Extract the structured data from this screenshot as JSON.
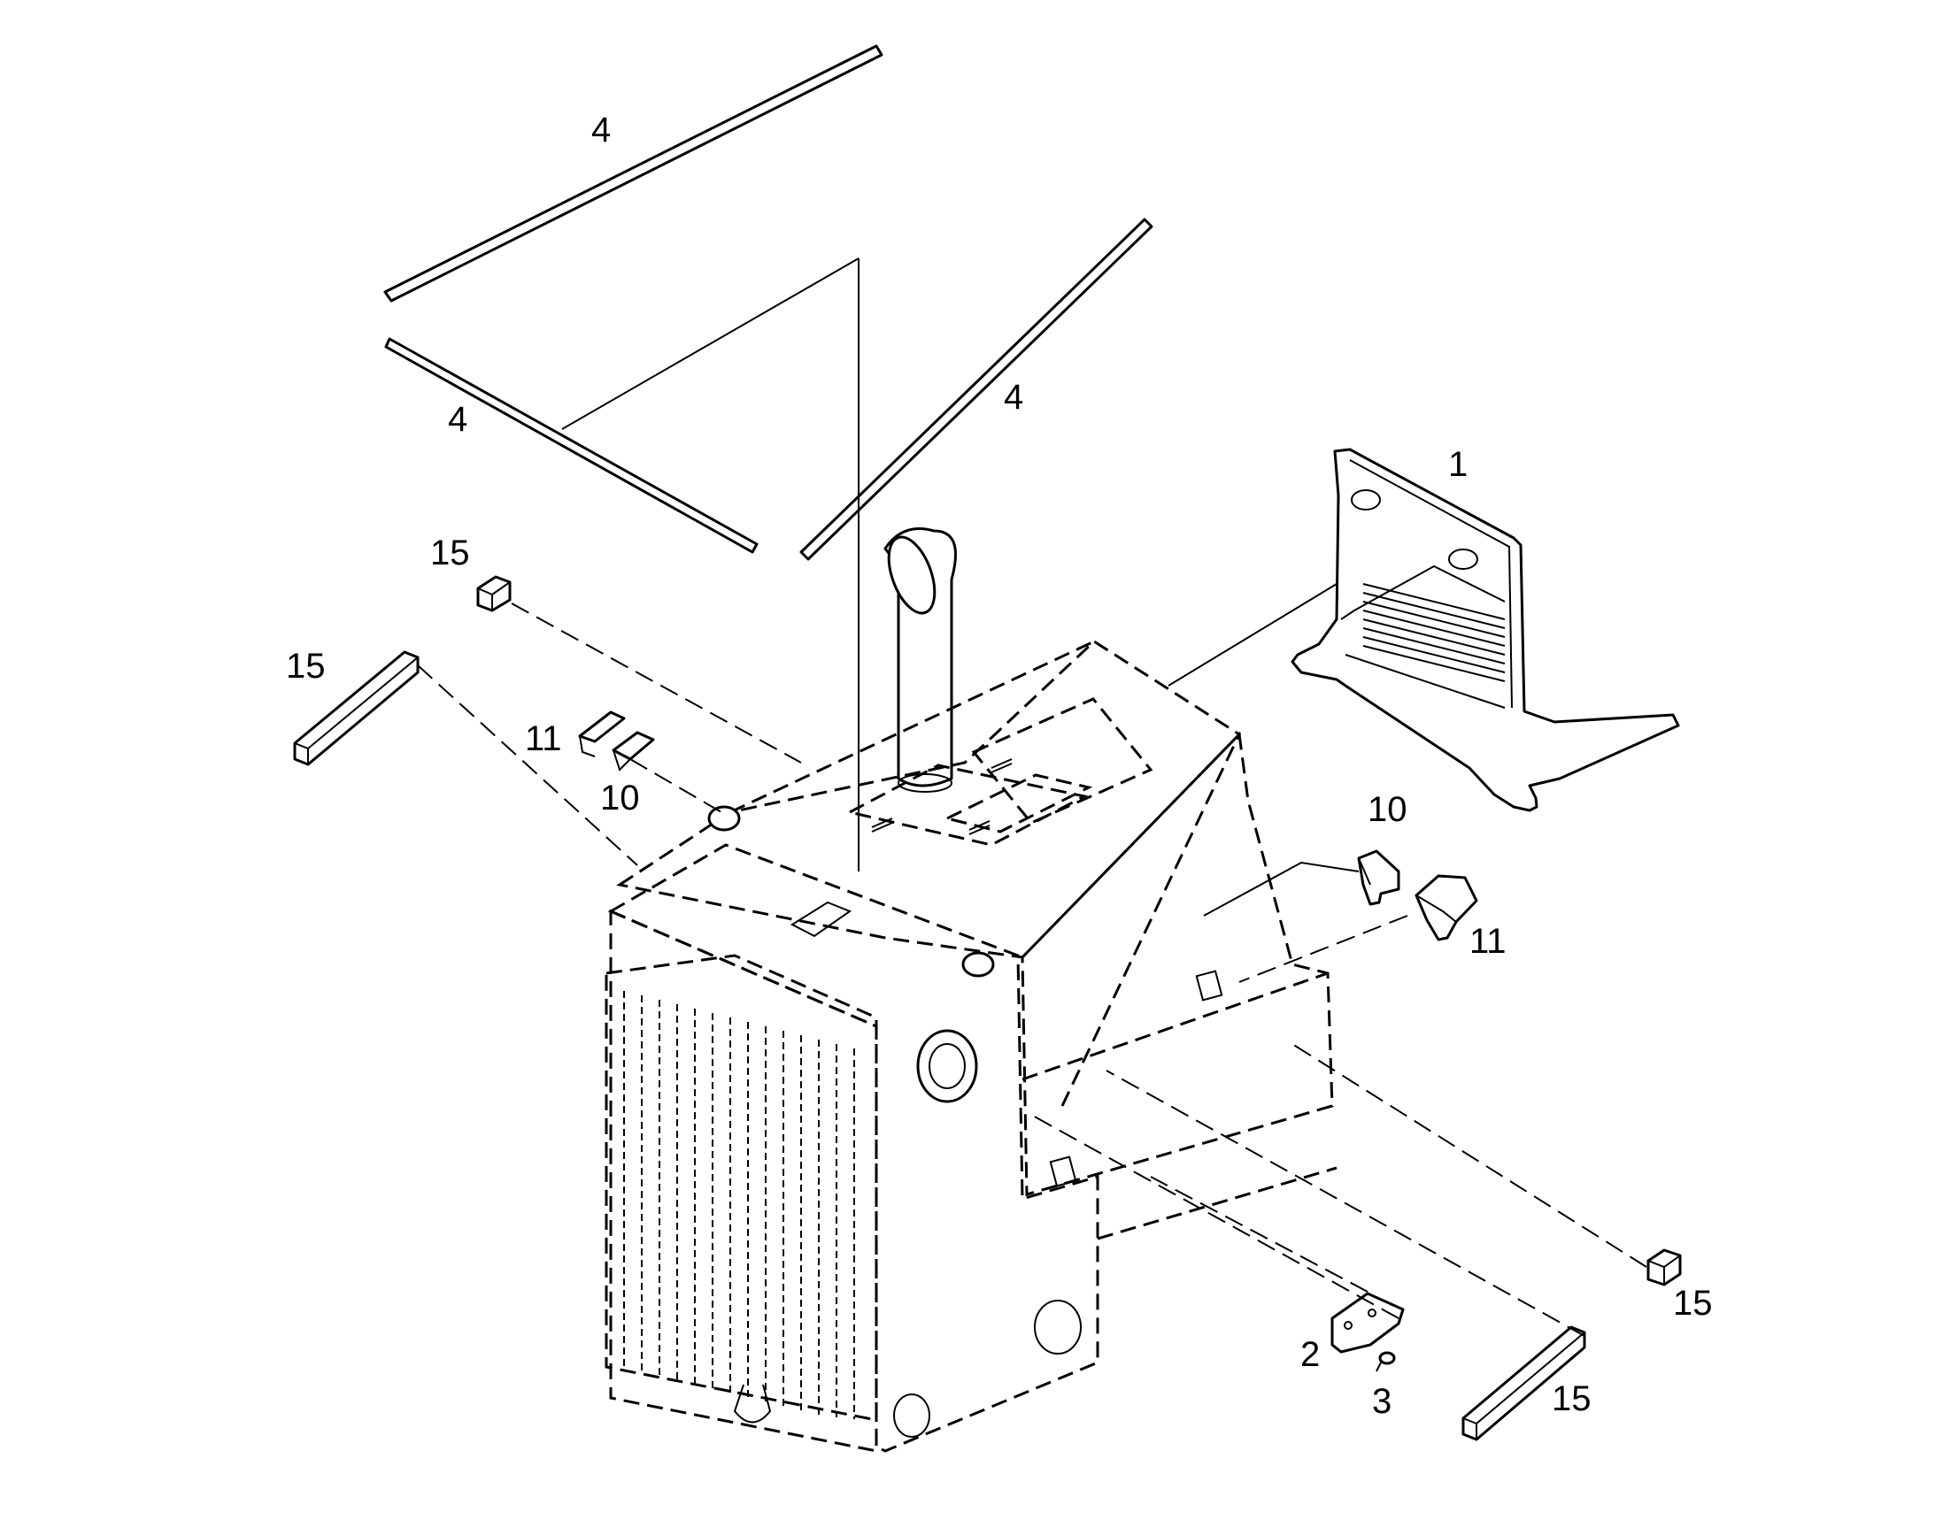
{
  "diagram": {
    "callouts": {
      "strip_top": "4",
      "strip_left": "4",
      "strip_right": "4",
      "bracket_frame": "1",
      "pad_top_small": "15",
      "pad_left_long": "15",
      "clip_left_11": "11",
      "clip_left_10": "10",
      "clip_right_10": "10",
      "clip_right_11": "11",
      "pad_right_small": "15",
      "plate": "2",
      "screw": "3",
      "pad_right_long": "15"
    },
    "colors": {
      "line": "#000000",
      "background": "#ffffff"
    }
  }
}
